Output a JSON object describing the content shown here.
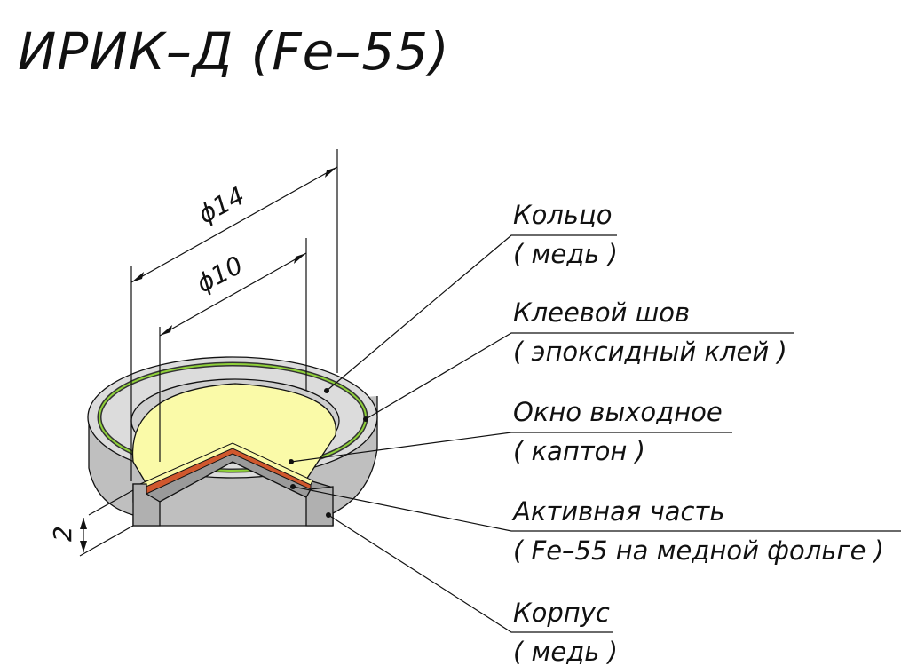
{
  "title": "ИРИК–Д (Fe–55)",
  "dimensions": {
    "outer_diameter": "ϕ14",
    "inner_diameter": "ϕ10",
    "height": "2"
  },
  "callouts": [
    {
      "name": "Кольцо",
      "material": "( медь )"
    },
    {
      "name": "Клеевой шов",
      "material": "( эпоксидный клей )"
    },
    {
      "name": "Окно выходное",
      "material": "( каптон )"
    },
    {
      "name": "Активная часть",
      "material": "( Fe–55 на медной фольге )"
    },
    {
      "name": "Корпус",
      "material": "( медь )"
    }
  ],
  "colors": {
    "ring": "#d8d8d8",
    "ring_dark": "#b8b8b8",
    "glue": "#4a8a1a",
    "window": "#fafaa8",
    "active": "#d0582e",
    "line": "#111111"
  }
}
